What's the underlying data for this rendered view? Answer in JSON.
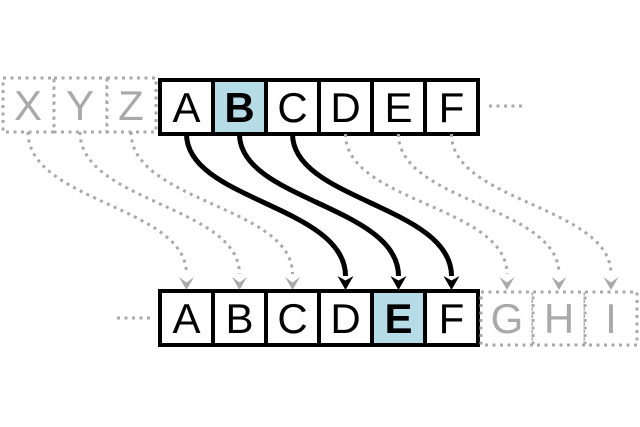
{
  "figure": {
    "kind": "caesar-cipher-shift-diagram",
    "shift": 3
  },
  "colors": {
    "highlight": "#b6dce8",
    "ghost": "#a9a9a9",
    "ink": "#000000"
  },
  "rows": {
    "top_ghost": {
      "letters": [
        "X",
        "Y",
        "Z"
      ]
    },
    "top": {
      "letters": [
        "A",
        "B",
        "C",
        "D",
        "E",
        "F"
      ],
      "highlighted": "B"
    },
    "bottom": {
      "letters": [
        "A",
        "B",
        "C",
        "D",
        "E",
        "F"
      ],
      "highlighted": "E"
    },
    "bottom_ghost": {
      "letters": [
        "G",
        "H",
        "I"
      ]
    }
  },
  "mappings": {
    "solid": [
      [
        "A",
        "D"
      ],
      [
        "B",
        "E"
      ],
      [
        "C",
        "F"
      ]
    ],
    "dashed": [
      [
        "X",
        "A"
      ],
      [
        "Y",
        "B"
      ],
      [
        "Z",
        "C"
      ],
      [
        "D",
        "G"
      ],
      [
        "E",
        "H"
      ],
      [
        "F",
        "I"
      ]
    ]
  }
}
